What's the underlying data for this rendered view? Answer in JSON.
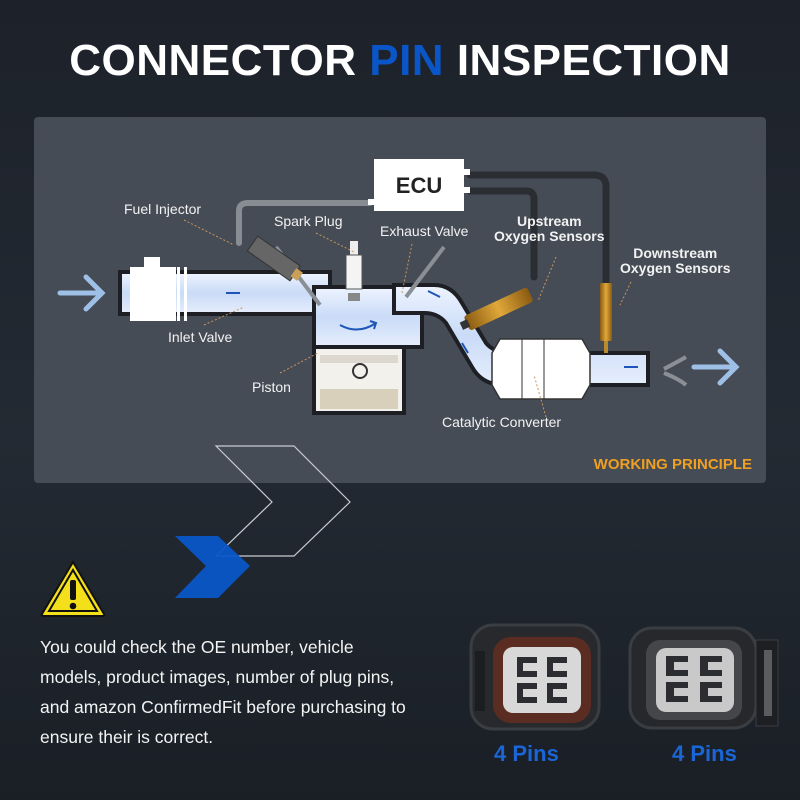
{
  "header": {
    "title_part1": "CONNECTOR ",
    "title_accent": "PIN",
    "title_part2": " INSPECTION",
    "accent_color": "#0a56c8"
  },
  "diagram": {
    "labels": {
      "ecu": "ECU",
      "fuel_injector": "Fuel Injector",
      "spark_plug": "Spark Plug",
      "exhaust_valve": "Exhaust Valve",
      "upstream_line1": "Upstream",
      "upstream_line2": "Oxygen Sensors",
      "downstream_line1": "Downstream",
      "downstream_line2": "Oxygen Sensors",
      "inlet_valve": "Inlet Valve",
      "piston": "Piston",
      "catalytic_converter": "Catalytic Converter"
    },
    "caption": "WORKING PRINCIPLE",
    "caption_color": "#f0a020"
  },
  "notice": {
    "icon": "warning-icon",
    "text": "You could check the OE number, vehicle models, product images, number of plug pins, and amazon ConfirmedFit before purchasing to ensure their is correct."
  },
  "connectors": [
    {
      "label": "4 Pins",
      "pin_count": 4
    },
    {
      "label": "4 Pins",
      "pin_count": 4
    }
  ]
}
